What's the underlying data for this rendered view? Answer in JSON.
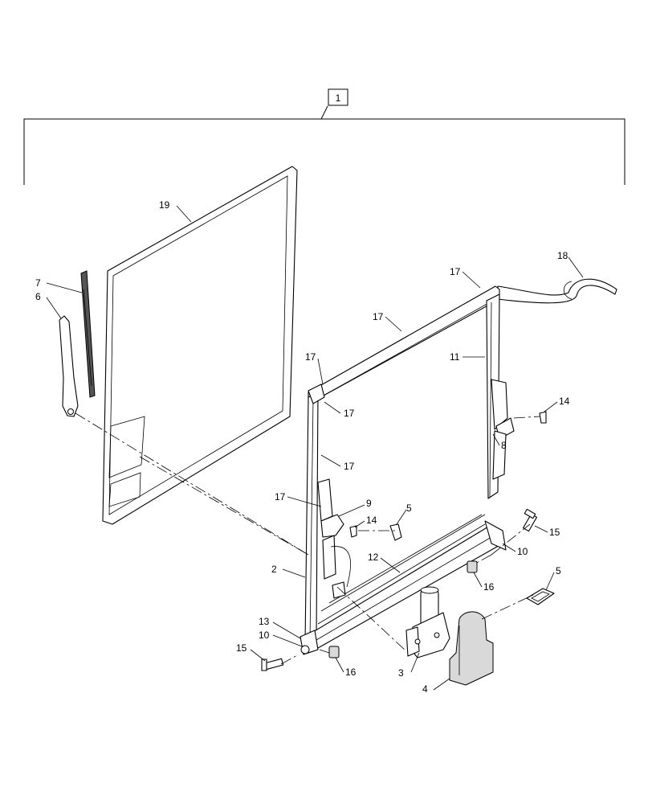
{
  "diagram": {
    "assembly_callout": "1",
    "callouts": {
      "c2": "2",
      "c3": "3",
      "c4": "4",
      "c5a": "5",
      "c5b": "5",
      "c6": "6",
      "c7": "7",
      "c8": "8",
      "c9": "9",
      "c10a": "10",
      "c10b": "10",
      "c11": "11",
      "c12": "12",
      "c13": "13",
      "c14a": "14",
      "c14b": "14",
      "c15a": "15",
      "c15b": "15",
      "c16a": "16",
      "c16b": "16",
      "c17a": "17",
      "c17b": "17",
      "c17c": "17",
      "c17d": "17",
      "c17e": "17",
      "c17f": "17",
      "c18": "18",
      "c19": "19"
    }
  }
}
